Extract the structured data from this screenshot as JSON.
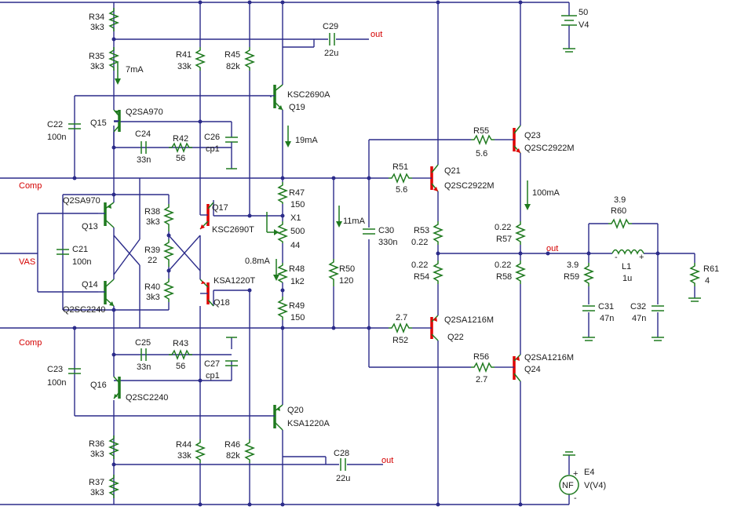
{
  "colors": {
    "wire": "#2b2b8a",
    "component": "#1f7a1f",
    "highlight": "#e00000",
    "text": "#1a1a1a",
    "net_label": "#d40000"
  },
  "nets": {
    "comp_top": "Comp",
    "comp_bot": "Comp",
    "vas": "VAS",
    "out_top": "out",
    "out_bot": "out",
    "out_main": "out"
  },
  "resistors": {
    "R34": {
      "name": "R34",
      "value": "3k3"
    },
    "R35": {
      "name": "R35",
      "value": "3k3"
    },
    "R36": {
      "name": "R36",
      "value": "3k3"
    },
    "R37": {
      "name": "R37",
      "value": "3k3"
    },
    "R38": {
      "name": "R38",
      "value": "3k3"
    },
    "R39": {
      "name": "R39",
      "value": "22"
    },
    "R40": {
      "name": "R40",
      "value": "3k3"
    },
    "R41": {
      "name": "R41",
      "value": "33k"
    },
    "R42": {
      "name": "R42",
      "value": "56"
    },
    "R43": {
      "name": "R43",
      "value": "56"
    },
    "R44": {
      "name": "R44",
      "value": "33k"
    },
    "R45": {
      "name": "R45",
      "value": "82k"
    },
    "R46": {
      "name": "R46",
      "value": "82k"
    },
    "R47": {
      "name": "R47",
      "value": "150"
    },
    "R48": {
      "name": "R48",
      "value": "1k2"
    },
    "R49": {
      "name": "R49",
      "value": "150"
    },
    "R50": {
      "name": "R50",
      "value": "120"
    },
    "R51": {
      "name": "R51",
      "value": "5.6"
    },
    "R52": {
      "name": "R52",
      "value": "2.7"
    },
    "R53": {
      "name": "R53",
      "value": "0.22"
    },
    "R54": {
      "name": "R54",
      "value": "0.22"
    },
    "R55": {
      "name": "R55",
      "value": "5.6"
    },
    "R56": {
      "name": "R56",
      "value": "2.7"
    },
    "R57": {
      "name": "R57",
      "value": "0.22"
    },
    "R58": {
      "name": "R58",
      "value": "0.22"
    },
    "R59": {
      "name": "R59",
      "value": "3.9"
    },
    "R60": {
      "name": "R60",
      "value": "3.9"
    },
    "R61": {
      "name": "R61",
      "value": "4"
    }
  },
  "capacitors": {
    "C21": {
      "name": "C21",
      "value": "100n"
    },
    "C22": {
      "name": "C22",
      "value": "100n"
    },
    "C23": {
      "name": "C23",
      "value": "100n"
    },
    "C24": {
      "name": "C24",
      "value": "33n"
    },
    "C25": {
      "name": "C25",
      "value": "33n"
    },
    "C26": {
      "name": "C26",
      "value": "cp1"
    },
    "C27": {
      "name": "C27",
      "value": "cp1"
    },
    "C28": {
      "name": "C28",
      "value": "22u"
    },
    "C29": {
      "name": "C29",
      "value": "22u"
    },
    "C30": {
      "name": "C30",
      "value": "330n"
    },
    "C31": {
      "name": "C31",
      "value": "47n"
    },
    "C32": {
      "name": "C32",
      "value": "47n"
    }
  },
  "transistors": {
    "Q13": {
      "name": "Q13",
      "part": "Q2SA970"
    },
    "Q14": {
      "name": "Q14",
      "part": "Q2SC2240"
    },
    "Q15": {
      "name": "Q15",
      "part": "Q2SA970"
    },
    "Q16": {
      "name": "Q16",
      "part": "Q2SC2240"
    },
    "Q17": {
      "name": "Q17",
      "part": "KSC2690T"
    },
    "Q18": {
      "name": "Q18",
      "part": "KSA1220T"
    },
    "Q19": {
      "name": "Q19",
      "part": "KSC2690A"
    },
    "Q20": {
      "name": "Q20",
      "part": "KSA1220A"
    },
    "Q21": {
      "name": "Q21",
      "part": "Q2SC2922M"
    },
    "Q22": {
      "name": "Q22",
      "part": "Q2SA1216M"
    },
    "Q23": {
      "name": "Q23",
      "part": "Q2SC2922M"
    },
    "Q24": {
      "name": "Q24",
      "part": "Q2SA1216M"
    }
  },
  "pot": {
    "name": "X1",
    "value": "500",
    "setting": "44"
  },
  "inductor": {
    "name": "L1",
    "value": "1u"
  },
  "source_v4": {
    "name": "V4",
    "value": "50"
  },
  "source_e4": {
    "name": "E4",
    "expr": "V(V4)",
    "symbol": "NF",
    "plus": "+",
    "minus": "-"
  },
  "currents": {
    "i_7ma": "7mA",
    "i_19ma": "19mA",
    "i_11ma": "11mA",
    "i_08ma": "0.8mA",
    "i_100ma": "100mA"
  }
}
